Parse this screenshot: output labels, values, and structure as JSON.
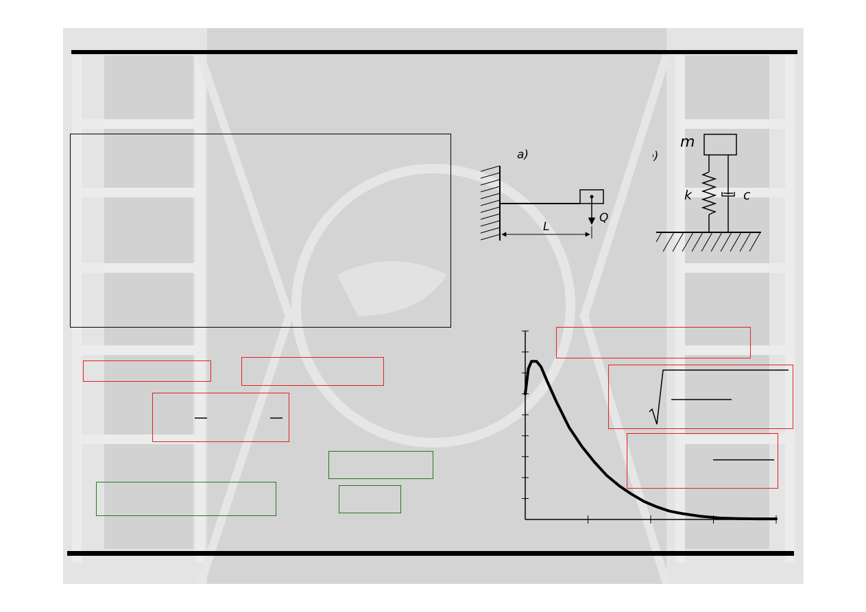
{
  "diagram_a": {
    "caption": "a)",
    "length_label": "L",
    "load_label": "Q"
  },
  "diagram_b": {
    "caption": "b)",
    "mass_label": "m",
    "spring_label": "k",
    "damper_label": "c"
  },
  "colors": {
    "red_box": "#e02020",
    "green_box": "#1f7a1f",
    "slide_background": "#d6d6d6"
  },
  "chart_data": {
    "type": "line",
    "title": "",
    "xlabel": "",
    "ylabel": "",
    "x_ticks": 4,
    "y_ticks": 8,
    "series": [
      {
        "values_note": "",
        "x": [
          0,
          0.05,
          0.1,
          0.18,
          0.25,
          0.35,
          0.5,
          0.7,
          0.9,
          1.1,
          1.3,
          1.5,
          1.7,
          1.9,
          2.1,
          2.3,
          2.5,
          2.8,
          3.1,
          3.4,
          3.7,
          4.0
        ],
        "y": [
          6.0,
          7.2,
          7.55,
          7.55,
          7.3,
          6.6,
          5.6,
          4.4,
          3.5,
          2.75,
          2.1,
          1.6,
          1.2,
          0.85,
          0.6,
          0.4,
          0.28,
          0.15,
          0.07,
          0.04,
          0.03,
          0.03
        ]
      }
    ]
  }
}
